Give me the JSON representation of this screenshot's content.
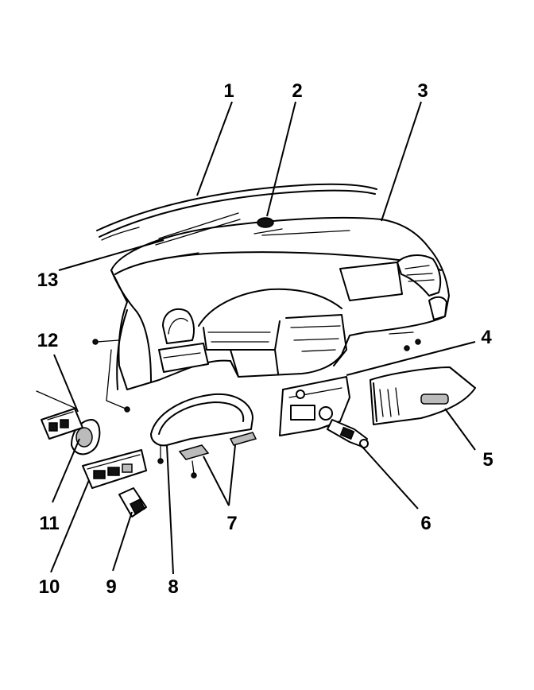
{
  "callouts": [
    {
      "id": "1",
      "label": "1"
    },
    {
      "id": "2",
      "label": "2"
    },
    {
      "id": "3",
      "label": "3"
    },
    {
      "id": "4",
      "label": "4"
    },
    {
      "id": "5",
      "label": "5"
    },
    {
      "id": "6",
      "label": "6"
    },
    {
      "id": "7",
      "label": "7"
    },
    {
      "id": "8",
      "label": "8"
    },
    {
      "id": "9",
      "label": "9"
    },
    {
      "id": "10",
      "label": "10"
    },
    {
      "id": "11",
      "label": "11"
    },
    {
      "id": "12",
      "label": "12"
    },
    {
      "id": "13",
      "label": "13"
    }
  ],
  "colors": {
    "ink": "#000000",
    "paper": "#ffffff",
    "shade": "#bbbbbb"
  }
}
